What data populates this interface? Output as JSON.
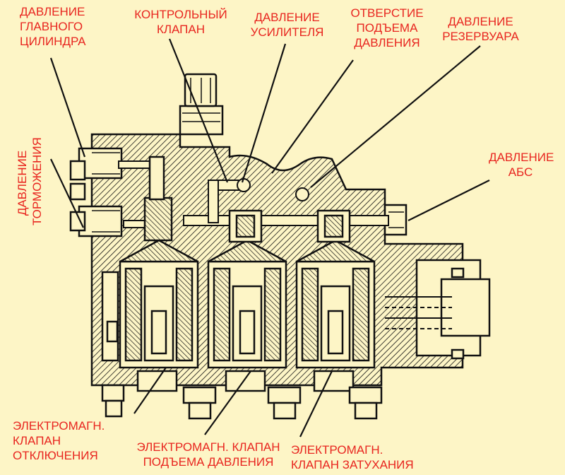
{
  "colors": {
    "background": "#fdf5c6",
    "label": "#e8251f",
    "line": "#111111"
  },
  "labels": {
    "master_cylinder_pressure": [
      "ДАВЛЕНИЕ",
      "ГЛАВНОГО",
      "ЦИЛИНДРА"
    ],
    "brake_pressure": [
      "ДАВЛЕНИЕ",
      "ТОРМОЖЕНИЯ"
    ],
    "check_valve": [
      "КОНТРОЛЬНЫЙ",
      "КЛАПАН"
    ],
    "booster_pressure": [
      "ДАВЛЕНИЕ",
      "УСИЛИТЕЛЯ"
    ],
    "pressure_rise_orifice": [
      "ОТВЕРСТИЕ",
      "ПОДЪЕМА",
      "ДАВЛЕНИЯ"
    ],
    "reservoir_pressure": [
      "ДАВЛЕНИЕ",
      "РЕЗЕРВУАРА"
    ],
    "abs_pressure": [
      "ДАВЛЕНИЕ",
      "АБС"
    ],
    "cutoff_solenoid": [
      "ЭЛЕКТРОМАГН.",
      "КЛАПАН",
      "ОТКЛЮЧЕНИЯ"
    ],
    "rise_solenoid": [
      "ЭЛЕКТРОМАГН. КЛАПАН",
      "ПОДЪЕМА ДАВЛЕНИЯ"
    ],
    "decay_solenoid": [
      "ЭЛЕКТРОМАГН.",
      "КЛАПАН ЗАТУХАНИЯ"
    ]
  }
}
